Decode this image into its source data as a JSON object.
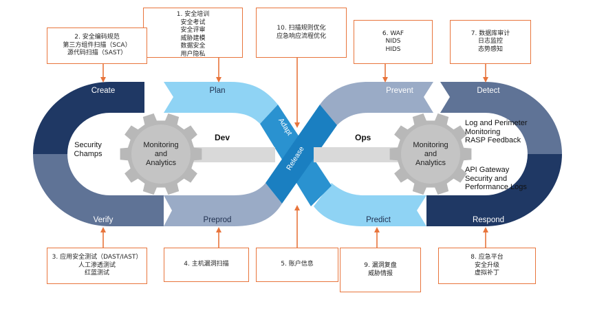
{
  "colors": {
    "navy": "#1f3864",
    "slate": "#5f7396",
    "light_slate": "#9aabc6",
    "light_blue": "#8fd3f4",
    "mid_blue": "#2a92d0",
    "gear": "#b8b8b8",
    "arrow": "#e8743b"
  },
  "loop": {
    "create": "Create",
    "plan": "Plan",
    "verify": "Verify",
    "preprod": "Preprod",
    "prevent": "Prevent",
    "detect": "Detect",
    "predict": "Predict",
    "respond": "Respond",
    "adapt": "Adapt",
    "release": "Release",
    "dev": "Dev",
    "ops": "Ops"
  },
  "left": {
    "champs": "Security\nChamps",
    "gear": "Monitoring\nand\nAnalytics"
  },
  "right": {
    "gear": "Monitoring\nand\nAnalytics",
    "feedback": "Log and Perimeter\nMonitoring\nRASP Feedback",
    "gateway": "API Gateway\nSecurity and\nPerformance Logs"
  },
  "boxes": {
    "b1": "1. 安全培训\n安全考试\n安全评审\n威胁建模\n数据安全\n用户隐私",
    "b2": "2. 安全编码规范\n第三方组件扫描（SCA）\n源代码扫描（SAST）",
    "b3": "3. 应用安全测试（DAST/IAST）\n人工渗透测试\n红蓝测试",
    "b4": "4. 主机漏洞扫描",
    "b5": "5. 账户信息",
    "b6": "6. WAF\nNIDS\nHIDS",
    "b7": "7. 数据库审计\n日志监控\n态势感知",
    "b8": "8. 应急平台\n安全升级\n虚拟补丁",
    "b9": "9. 漏洞复盘\n威胁情报",
    "b10": "10. 扫描规则优化\n应急响应流程优化"
  }
}
